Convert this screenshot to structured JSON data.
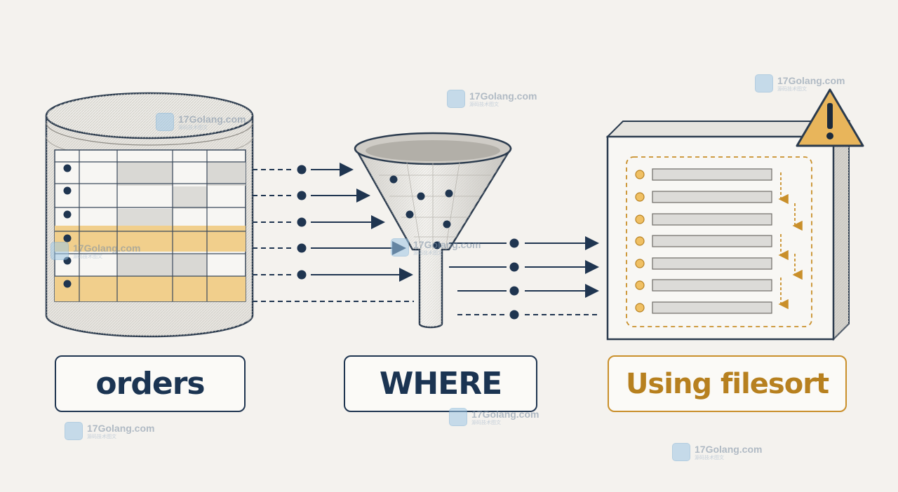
{
  "labels": {
    "orders": "orders",
    "where": "WHERE",
    "filesort": "Using filesort"
  },
  "watermark": {
    "name": "17Golang.com",
    "sub": "源码技术图文"
  },
  "colors": {
    "navy": "#1f3550",
    "accent": "#e8b25c",
    "warning": "#e8b55b",
    "warning_text": "#b7801f"
  }
}
